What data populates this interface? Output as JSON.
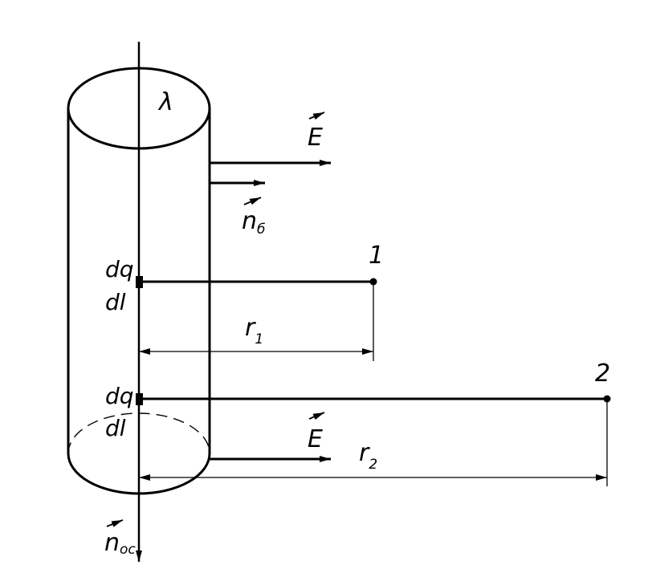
{
  "labels": {
    "lambda": "λ",
    "E_top": "E",
    "n_side": "n",
    "n_side_sub": "б",
    "point1": "1",
    "point2": "2",
    "dq1": "dq",
    "dl1": "dl",
    "dq2": "dq",
    "dl2": "dl",
    "r1": "r",
    "r1_sub": "1",
    "r2": "r",
    "r2_sub": "2",
    "E_bottom": "E",
    "n_axis": "n",
    "n_axis_sub": "ос"
  }
}
